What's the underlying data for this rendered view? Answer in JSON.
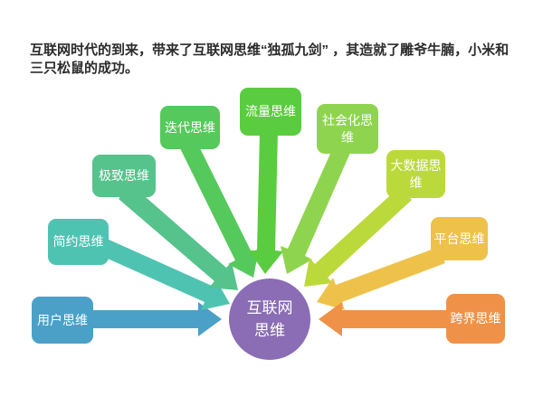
{
  "background": "#ffffff",
  "header": {
    "text": "互联网时代的到来，带来了互联网思维“独孤九剑” ，其造就了雕爷牛腩，小米和三只松鼠的成功。",
    "text_color": "#2b2b2b"
  },
  "center": {
    "line1": "互联网",
    "line2": "思维",
    "color": "#8A6DB4",
    "text_color": "#FFFFFF"
  },
  "nodes": [
    {
      "label": "用户思维",
      "color": "#4BA0C8"
    },
    {
      "label": "简约思维",
      "color": "#4FC3B2"
    },
    {
      "label": "极致思维",
      "color": "#55C38B"
    },
    {
      "label": "迭代思维",
      "color": "#55C95B"
    },
    {
      "label": "流量思维",
      "color": "#5ACC3F"
    },
    {
      "label": "社会化思维",
      "color": "#8FD44E"
    },
    {
      "label": "大数据思维",
      "color": "#BCD93B"
    },
    {
      "label": "平台思维",
      "color": "#EEC24A"
    },
    {
      "label": "跨界思维",
      "color": "#EF9248"
    }
  ]
}
